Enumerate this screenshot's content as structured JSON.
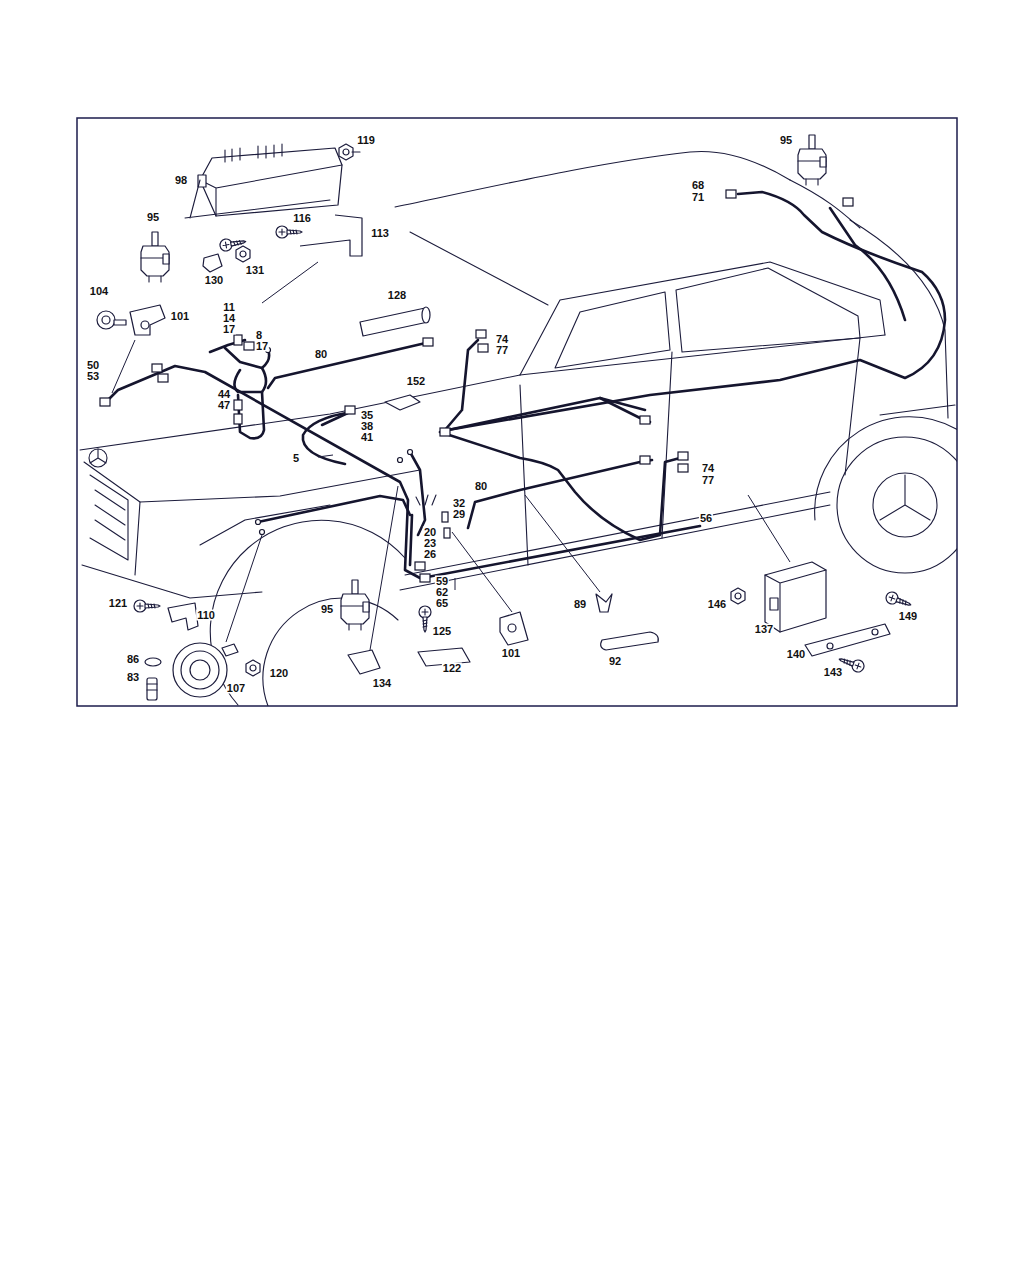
{
  "diagram": {
    "labels": [
      "119",
      "95",
      "98",
      "68",
      "71",
      "95",
      "116",
      "113",
      "131",
      "130",
      "128",
      "104",
      "101",
      "11",
      "14",
      "17",
      "8",
      "17",
      "74",
      "77",
      "80",
      "50",
      "53",
      "152",
      "44",
      "47",
      "35",
      "38",
      "41",
      "5",
      "74",
      "77",
      "80",
      "32",
      "29",
      "56",
      "20",
      "23",
      "26",
      "59",
      "62",
      "65",
      "146",
      "89",
      "95",
      "121",
      "110",
      "149",
      "137",
      "125",
      "101",
      "92",
      "140",
      "86",
      "122",
      "120",
      "143",
      "83",
      "134",
      "107"
    ]
  }
}
